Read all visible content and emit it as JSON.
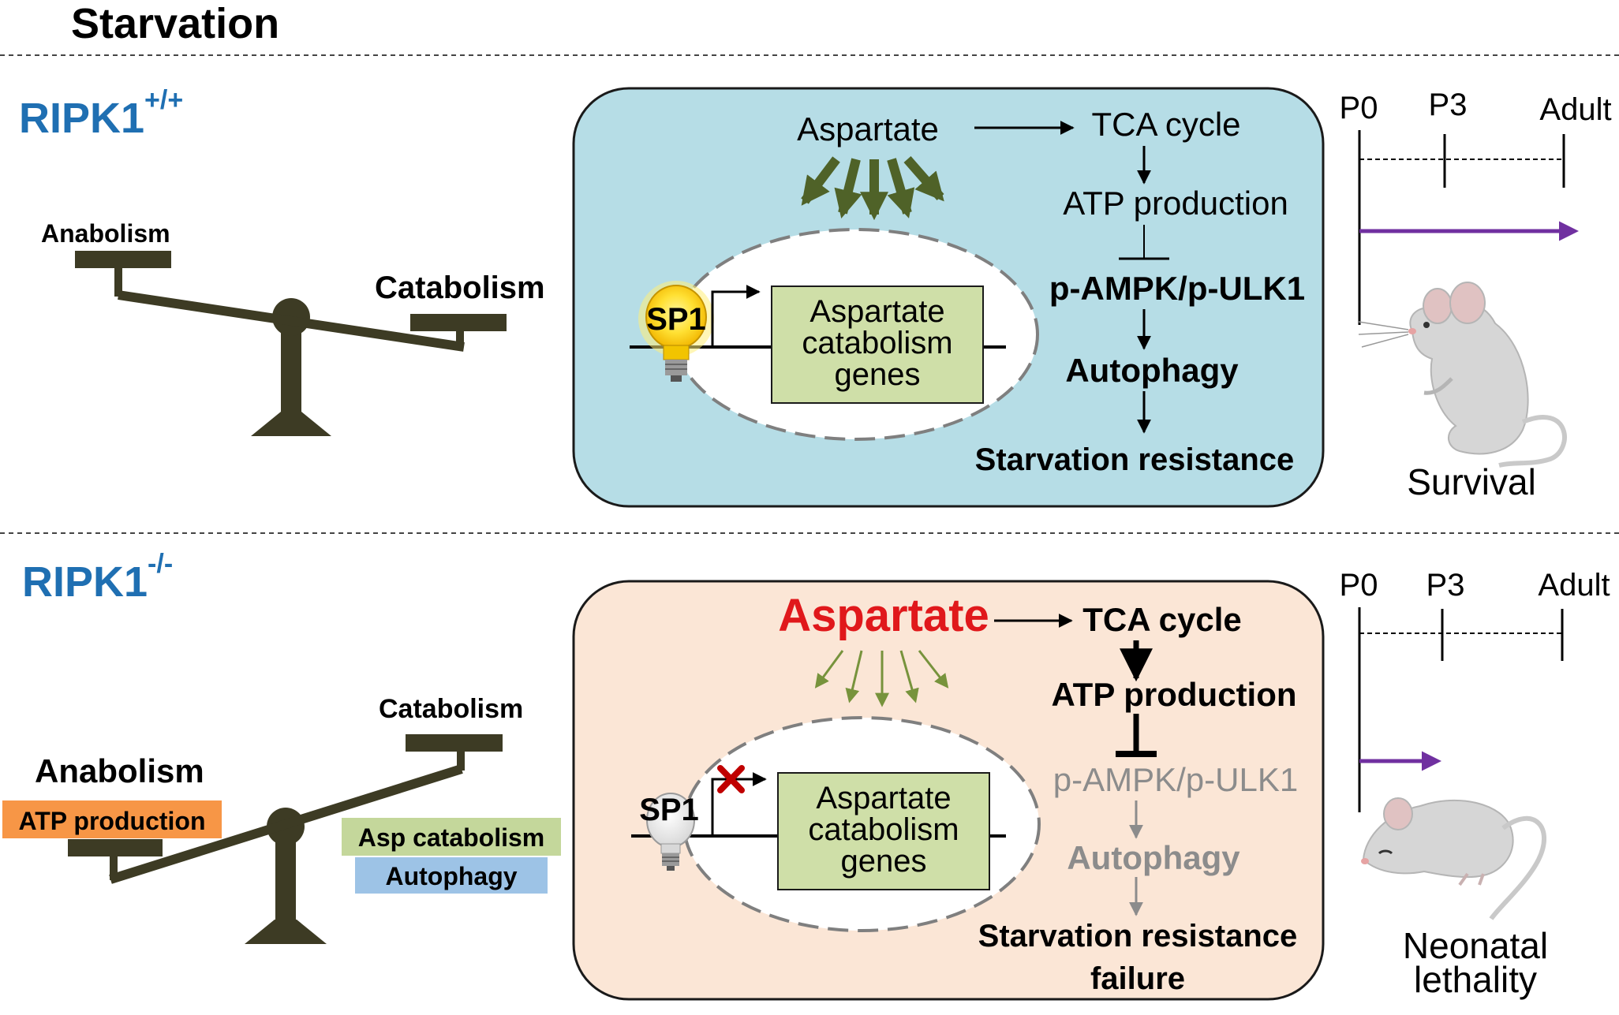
{
  "header": {
    "title": "Starvation"
  },
  "colors": {
    "ripk_label": "#1f6fb2",
    "scale": "#3d3b24",
    "wt_box": "#b6dde6",
    "ko_box": "#fbe6d6",
    "gene_box": "#cfdfa8",
    "green_arrow": "#4f6228",
    "light_green_arrow": "#77933c",
    "purple_arrow": "#7030a0",
    "red_aspartate": "#e0181b",
    "gray_text": "#8c8c8c",
    "orange_label": "#f79646",
    "green_label": "#c4d79b",
    "blue_label": "#9dc3e6"
  },
  "top": {
    "genotype": "RIPK1",
    "genotype_sup": "+/+",
    "scale": {
      "left_label": "Anabolism",
      "right_label": "Catabolism"
    },
    "pathway": {
      "aspartate": "Aspartate",
      "tca": "TCA cycle",
      "atp": "ATP production",
      "ampk": "p-AMPK/p-ULK1",
      "autophagy": "Autophagy",
      "outcome": "Starvation resistance"
    },
    "nucleus": {
      "tf": "SP1",
      "gene_line1": "Aspartate",
      "gene_line2": "catabolism",
      "gene_line3": "genes"
    },
    "timeline": {
      "t0": "P0",
      "t1": "P3",
      "t2": "Adult"
    },
    "mouse_icon": "standing-mouse-icon",
    "result": "Survival"
  },
  "bottom": {
    "genotype": "RIPK1",
    "genotype_sup": "-/-",
    "scale": {
      "left_label": "Anabolism",
      "right_label": "Catabolism",
      "left_tag": "ATP production",
      "right_tag1": "Asp catabolism",
      "right_tag2": "Autophagy"
    },
    "pathway": {
      "aspartate": "Aspartate",
      "tca": "TCA cycle",
      "atp": "ATP production",
      "ampk": "p-AMPK/p-ULK1",
      "autophagy": "Autophagy",
      "outcome_line1": "Starvation resistance",
      "outcome_line2": "failure"
    },
    "nucleus": {
      "tf": "SP1",
      "gene_line1": "Aspartate",
      "gene_line2": "catabolism",
      "gene_line3": "genes"
    },
    "timeline": {
      "t0": "P0",
      "t1": "P3",
      "t2": "Adult"
    },
    "mouse_icon": "lying-mouse-icon",
    "result_line1": "Neonatal",
    "result_line2": "lethality"
  }
}
